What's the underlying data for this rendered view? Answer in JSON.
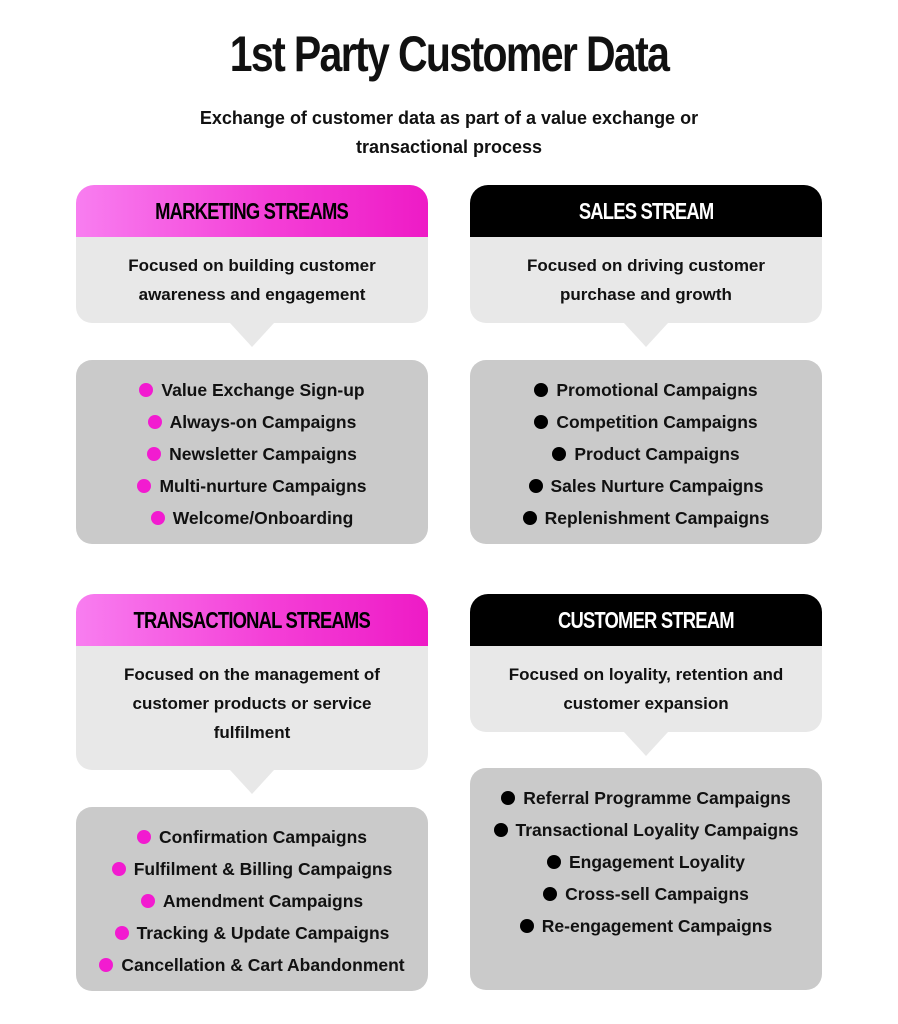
{
  "title": "1st Party Customer Data",
  "subtitle": "Exchange of customer data as part of a value exchange or transactional process",
  "colors": {
    "pink": "#f21bd0",
    "gray_light": "#e8e8e8",
    "gray_dark": "#cacaca",
    "black": "#000000"
  },
  "marketing": {
    "header": "MARKETING STREAMS",
    "description": "Focused on building customer awareness and engagement",
    "items": [
      "Value Exchange Sign-up",
      "Always-on Campaigns",
      "Newsletter Campaigns",
      "Multi-nurture Campaigns",
      "Welcome/Onboarding"
    ]
  },
  "sales": {
    "header": "SALES STREAM",
    "description": "Focused on driving customer purchase and growth",
    "items": [
      "Promotional Campaigns",
      "Competition Campaigns",
      "Product Campaigns",
      "Sales Nurture Campaigns",
      "Replenishment Campaigns"
    ]
  },
  "transactional": {
    "header": "TRANSACTIONAL STREAMS",
    "description": "Focused on the management of customer products or service fulfilment",
    "items": [
      "Confirmation Campaigns",
      "Fulfilment & Billing Campaigns",
      "Amendment Campaigns",
      "Tracking & Update Campaigns",
      "Cancellation & Cart Abandonment"
    ]
  },
  "customer": {
    "header": "CUSTOMER STREAM",
    "description": "Focused on loyality, retention and customer expansion",
    "items": [
      "Referral Programme Campaigns",
      "Transactional Loyality Campaigns",
      "Engagement Loyality",
      "Cross-sell Campaigns",
      "Re-engagement Campaigns"
    ]
  }
}
